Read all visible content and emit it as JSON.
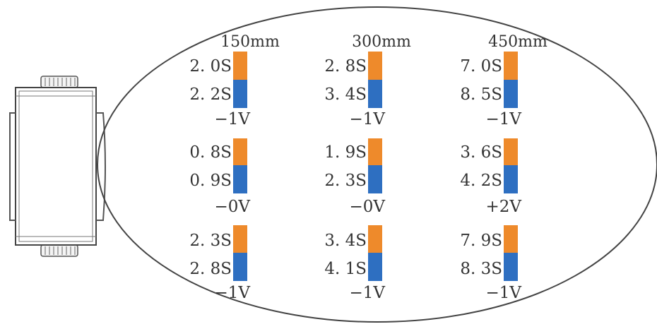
{
  "colors": {
    "top_bar": "#ee8a2b",
    "bottom_bar": "#2e6fc1",
    "outline": "#444444"
  },
  "distances": [
    "150mm",
    "300mm",
    "450mm"
  ],
  "rows": [
    [
      {
        "top": "2. 0S",
        "bottom": "2. 2S",
        "volt": "−1V"
      },
      {
        "top": "2. 8S",
        "bottom": "3. 4S",
        "volt": "−1V"
      },
      {
        "top": "7. 0S",
        "bottom": "8. 5S",
        "volt": "−1V"
      }
    ],
    [
      {
        "top": "0. 8S",
        "bottom": "0. 9S",
        "volt": "−0V"
      },
      {
        "top": "1. 9S",
        "bottom": "2. 3S",
        "volt": "−0V"
      },
      {
        "top": "3. 6S",
        "bottom": "4. 2S",
        "volt": "+2V"
      }
    ],
    [
      {
        "top": "2. 3S",
        "bottom": "2. 8S",
        "volt": "−1V"
      },
      {
        "top": "3. 4S",
        "bottom": "4. 1S",
        "volt": "−1V"
      },
      {
        "top": "7. 9S",
        "bottom": "8. 3S",
        "volt": "−1V"
      }
    ]
  ]
}
